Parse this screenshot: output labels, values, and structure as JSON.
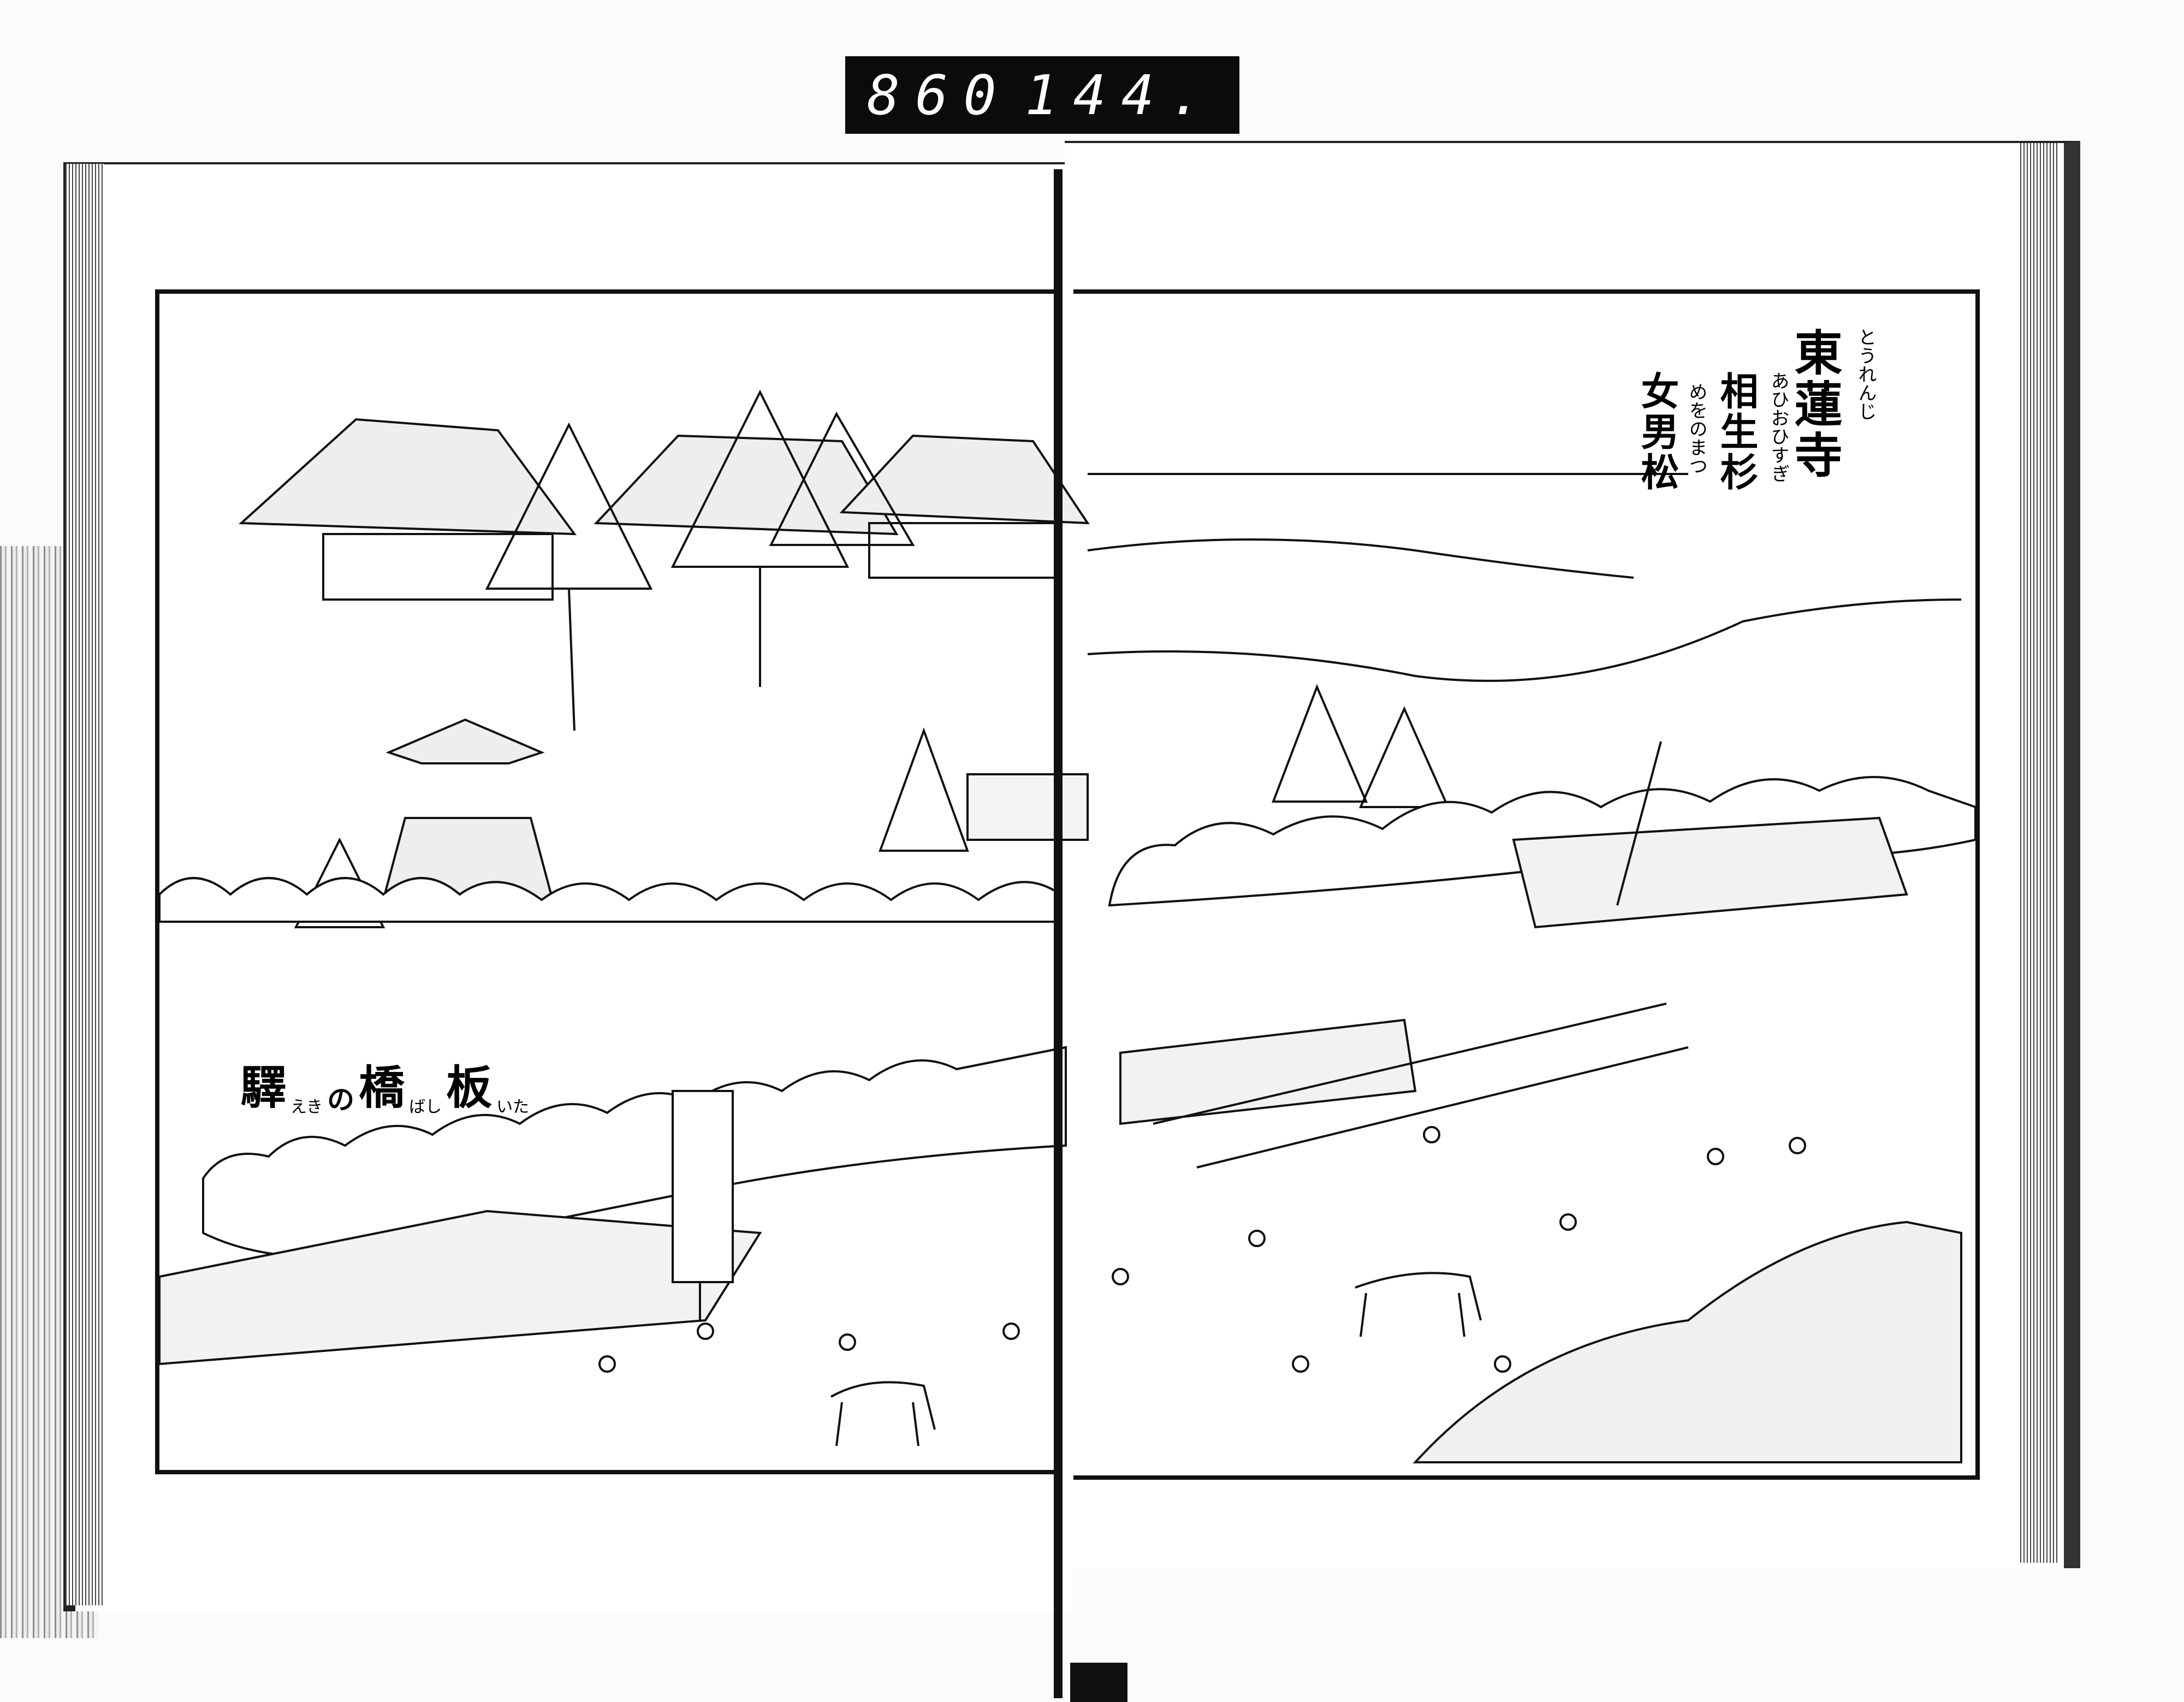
{
  "catalog_label": {
    "left_number": "860",
    "right_number": "144."
  },
  "illustration": {
    "title": {
      "kanji": "東蓮寺",
      "reading": "とうれんじ"
    },
    "subtitles": [
      {
        "kanji": "相生杉",
        "reading": "あひおひすぎ"
      },
      {
        "kanji": "女男松",
        "reading": "めをのまつ"
      }
    ],
    "place_label": {
      "chars": [
        {
          "kanji": "板",
          "reading": "いた"
        },
        {
          "kanji": "橋",
          "reading": "ばし"
        },
        {
          "kanji": "の",
          "reading": ""
        },
        {
          "kanji": "驛",
          "reading": "えき"
        }
      ]
    }
  },
  "colors": {
    "ink": "#111111",
    "paper": "#ffffff"
  }
}
